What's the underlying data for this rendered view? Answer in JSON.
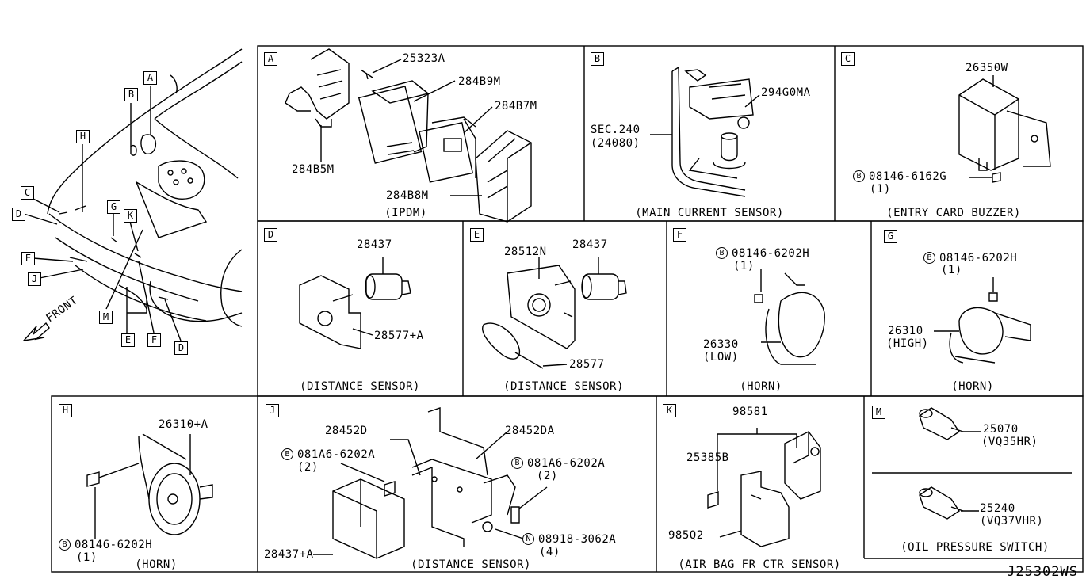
{
  "diagram_code": "J25302WS",
  "overview": {
    "front_label": "FRONT",
    "tags": [
      "A",
      "B",
      "H",
      "C",
      "D",
      "G",
      "K",
      "E",
      "J",
      "M",
      "E",
      "F",
      "D"
    ]
  },
  "panels": {
    "A": {
      "letter": "A",
      "caption": "(IPDM)",
      "parts": [
        "25323A",
        "284B9M",
        "284B7M",
        "284B5M",
        "284B8M"
      ]
    },
    "B": {
      "letter": "B",
      "caption": "(MAIN CURRENT SENSOR)",
      "parts": [
        "294G0MA",
        "SEC.240",
        "(24080)"
      ]
    },
    "C": {
      "letter": "C",
      "caption": "(ENTRY CARD BUZZER)",
      "parts": [
        "26350W",
        "08146-6162G",
        "(1)"
      ]
    },
    "D": {
      "letter": "D",
      "caption": "(DISTANCE SENSOR)",
      "parts": [
        "28437",
        "28577+A"
      ]
    },
    "E": {
      "letter": "E",
      "caption": "(DISTANCE SENSOR)",
      "parts": [
        "28512N",
        "28437",
        "28577"
      ]
    },
    "F": {
      "letter": "F",
      "caption": "(HORN)",
      "parts": [
        "08146-6202H",
        "(1)",
        "26330",
        "(LOW)"
      ]
    },
    "G": {
      "letter": "G",
      "caption": "(HORN)",
      "parts": [
        "08146-6202H",
        "(1)",
        "26310",
        "(HIGH)"
      ]
    },
    "H": {
      "letter": "H",
      "caption": "(HORN)",
      "parts": [
        "26310+A",
        "08146-6202H",
        "(1)"
      ]
    },
    "J": {
      "letter": "J",
      "caption": "(DISTANCE SENSOR)",
      "parts": [
        "28452D",
        "28452DA",
        "081A6-6202A",
        "(2)",
        "081A6-6202A",
        "(2)",
        "08918-3062A",
        "(4)",
        "28437+A"
      ]
    },
    "K": {
      "letter": "K",
      "caption": "(AIR BAG FR CTR SENSOR)",
      "parts": [
        "98581",
        "25385B",
        "985Q2"
      ]
    },
    "M": {
      "letter": "M",
      "caption": "(OIL PRESSURE SWITCH)",
      "parts": [
        "25070",
        "(VQ35HR)",
        "25240",
        "(VQ37VHR)"
      ]
    }
  },
  "circle_marks": {
    "bolt": "B",
    "nut": "N"
  }
}
